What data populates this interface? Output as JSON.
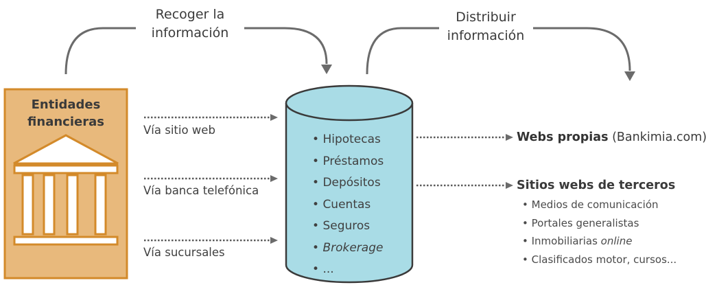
{
  "top_labels": {
    "collect": {
      "line1": "Recoger la",
      "line2": "información"
    },
    "distribute": {
      "line1": "Distribuir",
      "line2": "información"
    }
  },
  "source": {
    "title_line1": "Entidades",
    "title_line2": "financieras",
    "icon": "bank-building-icon"
  },
  "channels": [
    "Vía sitio web",
    "Vía banca telefónica",
    "Vía sucursales"
  ],
  "database": {
    "icon": "database-cylinder-icon",
    "items": [
      {
        "label": "Hipotecas",
        "italic": false
      },
      {
        "label": "Préstamos",
        "italic": false
      },
      {
        "label": "Depósitos",
        "italic": false
      },
      {
        "label": "Cuentas",
        "italic": false
      },
      {
        "label": "Seguros",
        "italic": false
      },
      {
        "label": "Brokerage",
        "italic": true
      },
      {
        "label": "...",
        "italic": false
      }
    ]
  },
  "outputs": {
    "own": {
      "bold": "Webs propias",
      "normal": "(Bankimia.com)"
    },
    "third": {
      "bold": "Sitios webs de terceros",
      "items": [
        {
          "text": "Medios de comunicación"
        },
        {
          "text": "Portales generalistas"
        },
        {
          "text": "Inmobiliarias ",
          "italic": "online"
        },
        {
          "text": "Clasificados motor, cursos..."
        }
      ]
    }
  },
  "colors": {
    "bank_fill": "#e8b97c",
    "bank_stroke": "#d38a2a",
    "cylinder_fill": "#a9dce6",
    "cylinder_stroke": "#3a3a3a",
    "arrow": "#6b6b6b",
    "dotted": "#5a5a5a"
  }
}
